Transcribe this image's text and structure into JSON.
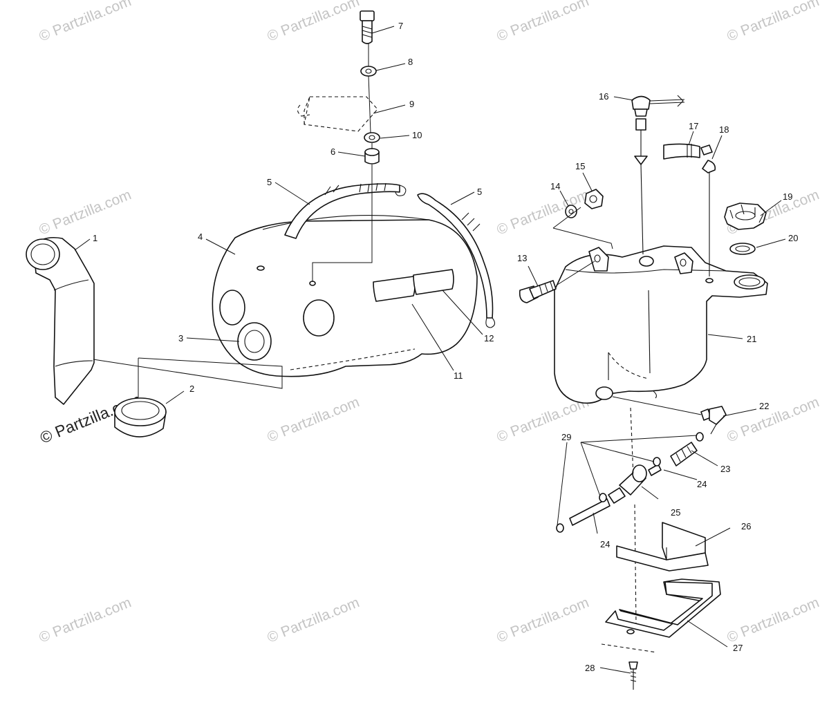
{
  "watermark": {
    "text": "© Partzilla.com",
    "highlight_text": "© Partzilla.com"
  },
  "callouts": {
    "c1": "1",
    "c2": "2",
    "c3": "3",
    "c4": "4",
    "c5a": "5",
    "c5b": "5",
    "c6": "6",
    "c7": "7",
    "c8": "8",
    "c9": "9",
    "c10": "10",
    "c11": "11",
    "c12": "12",
    "c13": "13",
    "c14": "14",
    "c15": "15",
    "c16": "16",
    "c17": "17",
    "c18": "18",
    "c19": "19",
    "c20": "20",
    "c21": "21",
    "c22": "22",
    "c23": "23",
    "c24a": "24",
    "c24b": "24",
    "c25": "25",
    "c26": "26",
    "c27": "27",
    "c28": "28",
    "c29": "29"
  }
}
